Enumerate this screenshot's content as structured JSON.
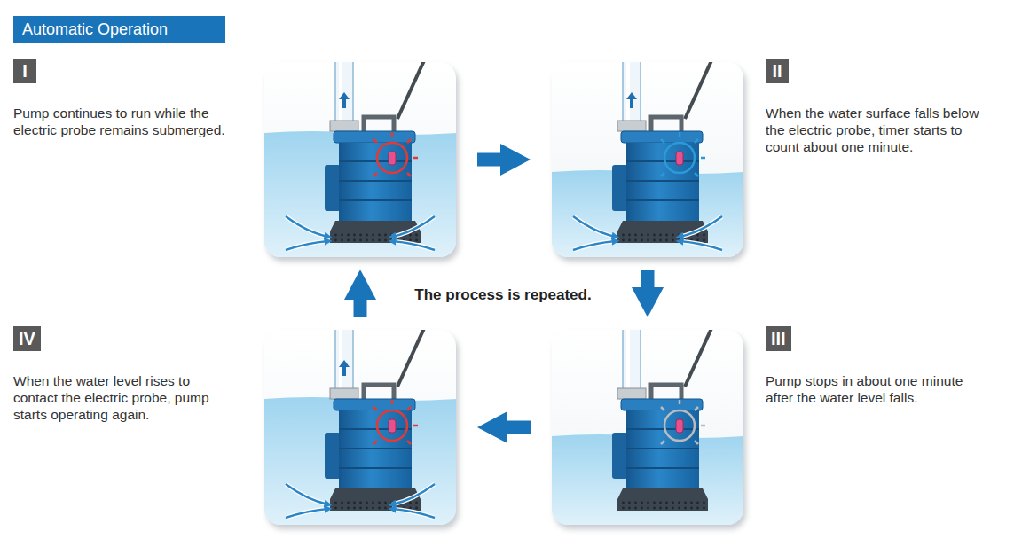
{
  "diagram": {
    "title": "Automatic Operation",
    "nodes": [
      {
        "text": [
          "I",
          "Pump continues to run while the electric probe remains submerged."
        ]
      },
      {
        "text": [
          "II",
          "When the water surface falls below the electric probe, timer starts to count about one minute."
        ]
      },
      {
        "text": [
          "III",
          "Pump stops in about one minute after the water level falls."
        ]
      },
      {
        "text": [
          "IV",
          "When the water level rises to contact the electric probe, pump starts operating again."
        ]
      }
    ],
    "edges": [
      {
        "from": 0,
        "to": 1,
        "arrow": "to"
      },
      {
        "from": 1,
        "to": 2,
        "arrow": "to"
      },
      {
        "from": 2,
        "to": 3,
        "arrow": "to"
      },
      {
        "from": 3,
        "to": 0,
        "arrow": "to"
      }
    ],
    "labels": [
      "The process is repeated."
    ]
  }
}
